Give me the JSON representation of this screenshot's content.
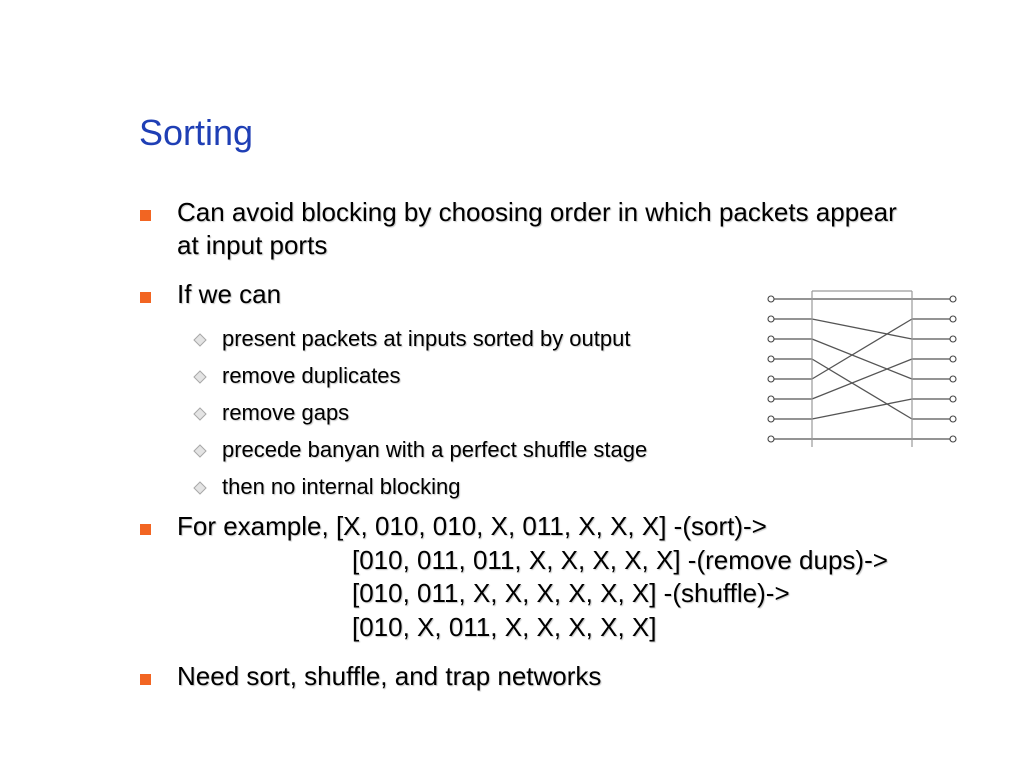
{
  "slide": {
    "title": "Sorting",
    "bullets": [
      {
        "lines": [
          "Can avoid blocking by choosing order in which packets appear",
          "at input ports"
        ]
      },
      {
        "lines": [
          "If we can"
        ]
      },
      {
        "lines": [
          "For example, [X, 010, 010, X, 011, X, X, X] -(sort)->",
          "[010, 011, 011, X, X, X, X, X] -(remove dups)->",
          "[010, 011, X, X, X, X, X, X] -(shuffle)->",
          "[010, X, 011, X, X, X, X, X]"
        ]
      },
      {
        "lines": [
          "Need sort, shuffle, and trap networks"
        ]
      }
    ],
    "sub_bullets": [
      "present packets at inputs sorted by output",
      "remove duplicates",
      "remove gaps",
      "precede banyan with a perfect shuffle stage",
      "then no internal blocking"
    ]
  },
  "colors": {
    "title": "#1f3fb5",
    "bullet": "#f26522",
    "sub_bullet": "#b8b8b8"
  },
  "icons": {
    "bullet": "orange-square-bullet",
    "sub_bullet": "grey-diamond-bullet"
  }
}
